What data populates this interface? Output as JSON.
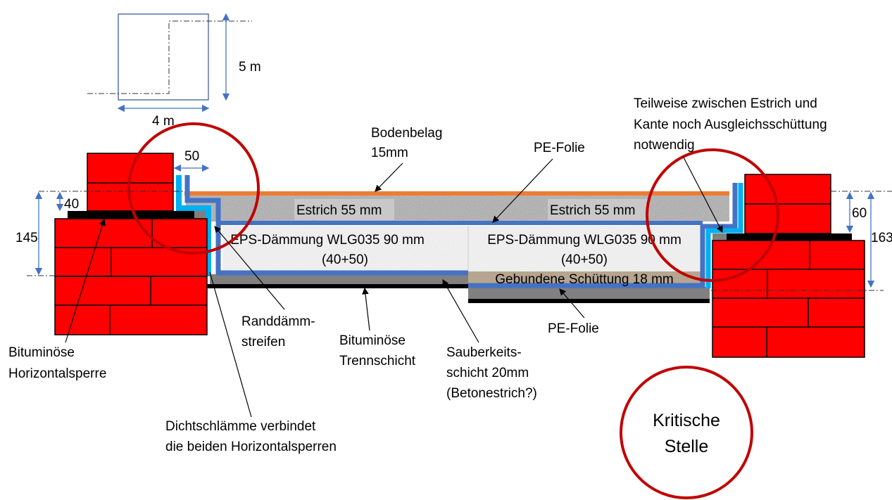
{
  "schematic": {
    "height_label": "5 m",
    "width_label": "4 m"
  },
  "dimensions": {
    "left_width": "50",
    "left_small": "40",
    "left_total": "145",
    "right_small": "60",
    "right_total": "163"
  },
  "layers": {
    "estrich_left": "Estrich 55 mm",
    "estrich_right": "Estrich 55 mm",
    "eps_left_1": "EPS-Dämmung WLG035 90 mm",
    "eps_left_2": "(40+50)",
    "eps_right_1": "EPS-Dämmung WLG035 90 mm",
    "eps_right_2": "(40+50)",
    "schuettung": "Gebundene Schüttung 18 mm"
  },
  "annotations": {
    "bodenbelag": [
      "Bodenbelag",
      "15mm"
    ],
    "pe_folie_top": "PE-Folie",
    "teilweise": [
      "Teilweise zwischen Estrich und",
      "Kante noch Ausgleichsschüttung",
      "notwendig"
    ],
    "randdaemm": [
      "Randdämm-",
      "streifen"
    ],
    "horizontalsperre": [
      "Bituminöse",
      "Horizontalsperre"
    ],
    "dichtschlaemme": [
      "Dichtschlämme verbindet",
      "die beiden Horizontalsperren"
    ],
    "trennschicht": [
      "Bituminöse",
      "Trennschicht"
    ],
    "sauberkeit": [
      "Sauberkeits-",
      "schicht 20mm",
      "(Betonestrich?)"
    ],
    "pe_folie_bottom": "PE-Folie"
  },
  "legend": {
    "critical": [
      "Kritische",
      "Stelle"
    ]
  },
  "colors": {
    "brick": "#ff0000",
    "critical": "#c00000",
    "pe_folie": "#4472c4",
    "randdaemm": "#00b0f0",
    "bodenbelag": "#ed7d31"
  }
}
